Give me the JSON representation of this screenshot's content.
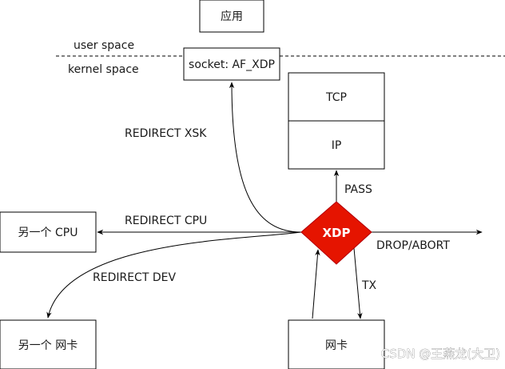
{
  "nodes": {
    "app": "应用",
    "socket": "socket: AF_XDP",
    "tcp": "TCP",
    "ip": "IP",
    "xdp": "XDP",
    "other_cpu": "另一个 CPU",
    "other_nic": "另一个 网卡",
    "nic": "网卡"
  },
  "regions": {
    "user_space": "user space",
    "kernel_space": "kernel space"
  },
  "edges": {
    "redirect_xsk": "REDIRECT XSK",
    "redirect_cpu": "REDIRECT CPU",
    "redirect_dev": "REDIRECT DEV",
    "pass": "PASS",
    "drop_abort": "DROP/ABORT",
    "tx": "TX"
  },
  "watermark": "CSDN @王燕龙(大卫)",
  "colors": {
    "xdp_fill": "#e51400",
    "xdp_stroke": "#b20000",
    "xdp_text": "#ffffff"
  }
}
